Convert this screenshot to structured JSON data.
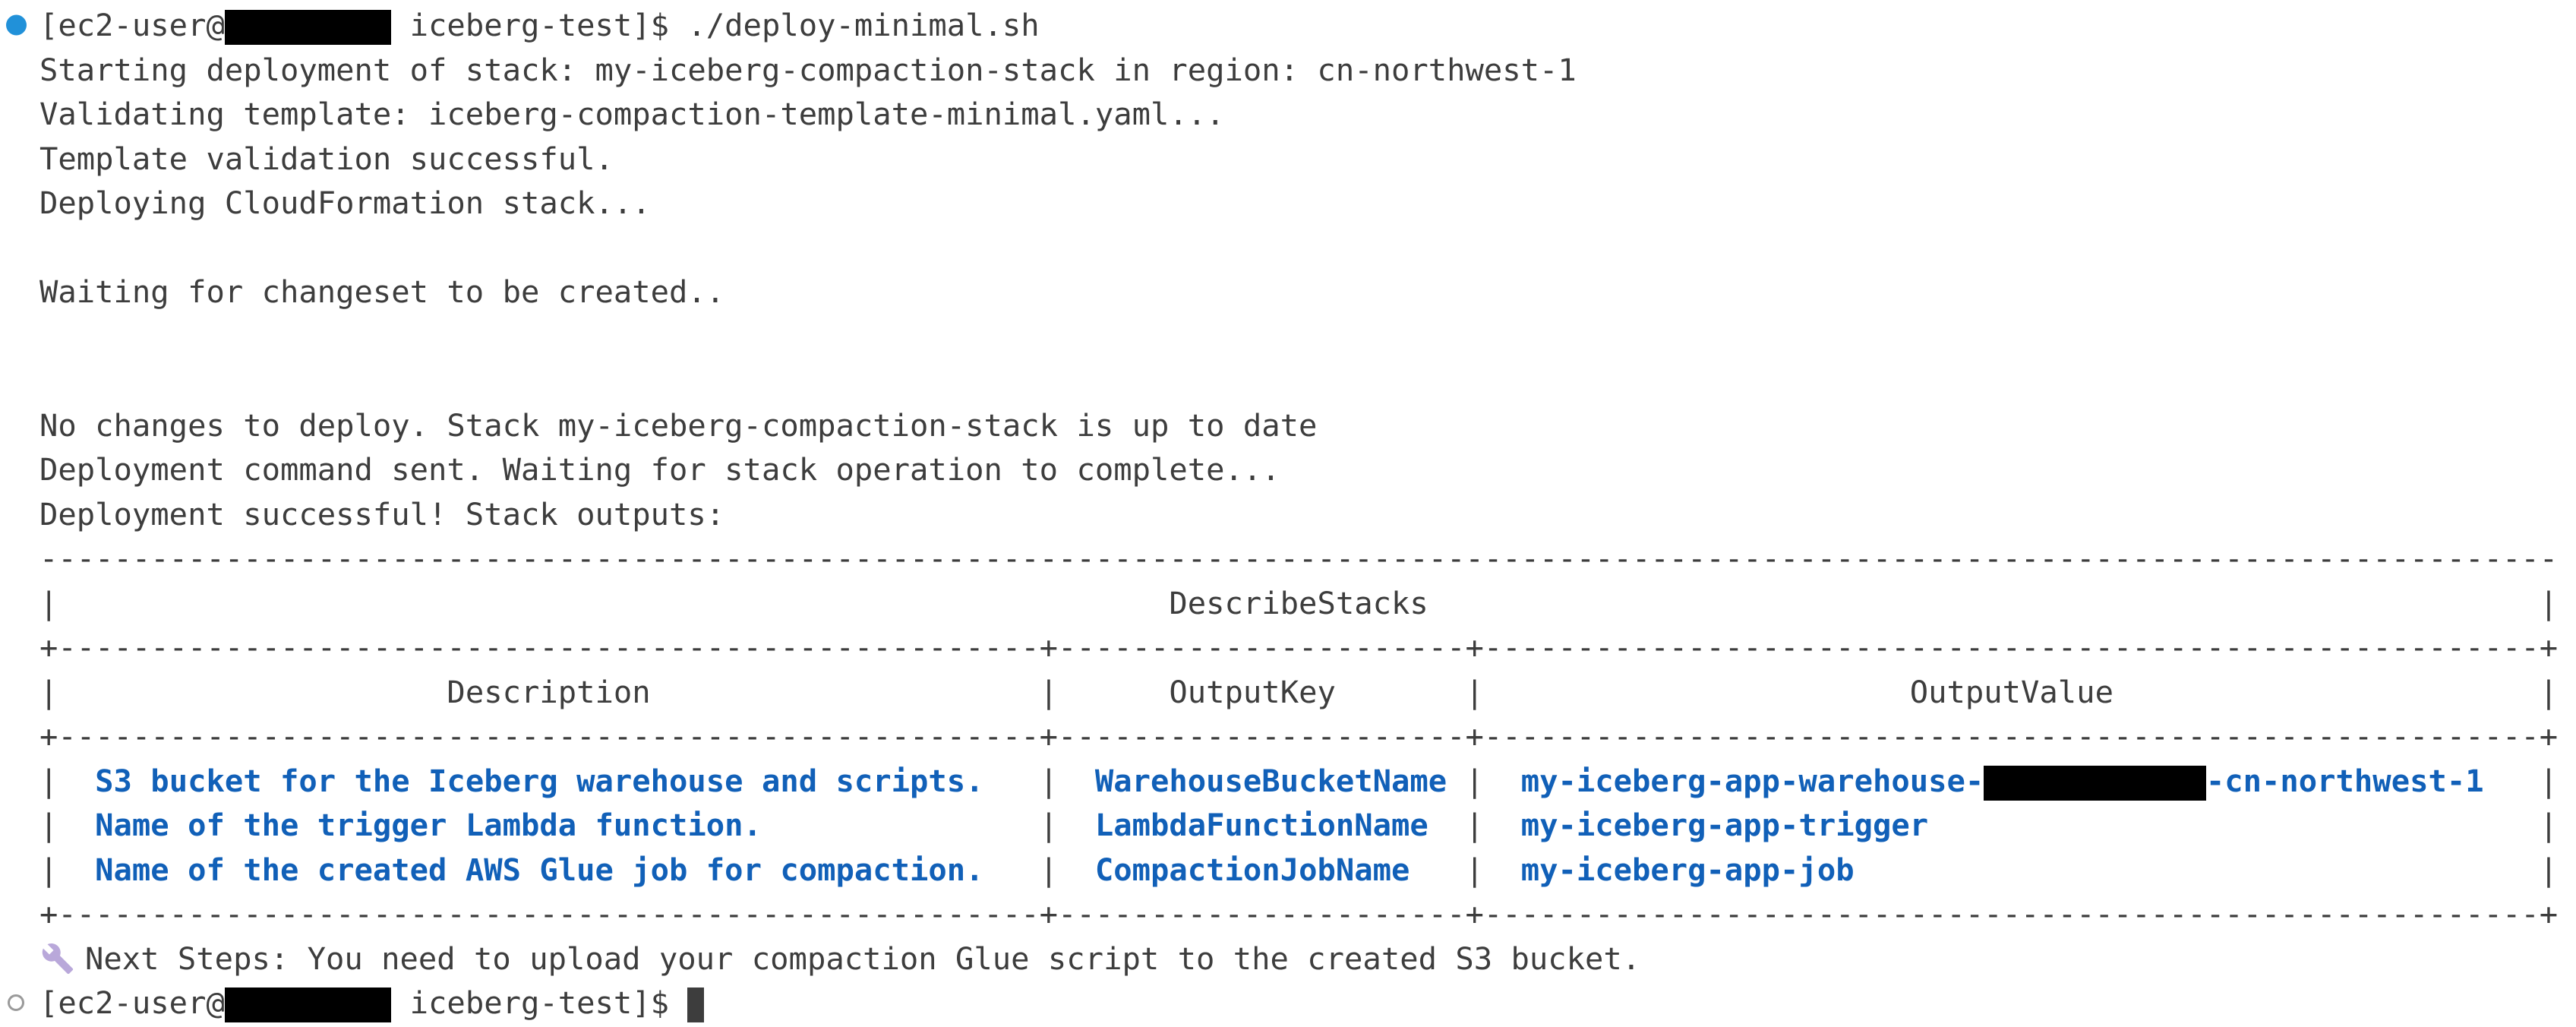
{
  "colors": {
    "background": "#ffffff",
    "text": "#3d3d3d",
    "table_value_blue": "#1160b8",
    "prompt_decoration_blue": "#2191d9",
    "prompt_decoration_gray": "#9a9a9a",
    "redaction_black": "#000000",
    "wrench_lavender": "#b9a8da",
    "cursor": "#3d3d3d"
  },
  "terminal": {
    "prompt_top": {
      "before_redaction": "[ec2-user@",
      "after_redaction": " iceberg-test]$ ./deploy-minimal.sh"
    },
    "output_lines": [
      "Starting deployment of stack: my-iceberg-compaction-stack in region: cn-northwest-1",
      "Validating template: iceberg-compaction-template-minimal.yaml...",
      "Template validation successful.",
      "Deploying CloudFormation stack...",
      "",
      "Waiting for changeset to be created..",
      "",
      "",
      "No changes to deploy. Stack my-iceberg-compaction-stack is up to date",
      "Deployment command sent. Waiting for stack operation to complete...",
      "Deployment successful! Stack outputs:"
    ],
    "table": {
      "pipe": "|",
      "top_border": "----------------------------------------------------------------------------------------------------------------------------------------",
      "separator": "+-----------------------------------------------------+----------------------+---------------------------------------------------------+",
      "title_padded": "                                                            DescribeStacks                                                            ",
      "title": "DescribeStacks",
      "header": {
        "description_padded": "                     Description                     ",
        "output_key_padded": "      OutputKey       ",
        "output_value_padded": "                       OutputValue                       "
      },
      "rows": [
        {
          "description_padded": "  S3 bucket for the Iceberg warehouse and scripts.   ",
          "output_key_padded": "  WarehouseBucketName ",
          "value_prefix_padded": "  my-iceberg-app-warehouse-",
          "value_suffix_padded": "-cn-northwest-1   "
        },
        {
          "description_padded": "  Name of the trigger Lambda function.               ",
          "output_key_padded": "  LambdaFunctionName  ",
          "value_padded": "  my-iceberg-app-trigger                                 "
        },
        {
          "description_padded": "  Name of the created AWS Glue job for compaction.   ",
          "output_key_padded": "  CompactionJobName   ",
          "value_padded": "  my-iceberg-app-job                                     "
        }
      ]
    },
    "next_steps": "Next Steps: You need to upload your compaction Glue script to the created S3 bucket.",
    "prompt_bottom": {
      "before_redaction": "[ec2-user@",
      "after_redaction": " iceberg-test]$ "
    }
  }
}
